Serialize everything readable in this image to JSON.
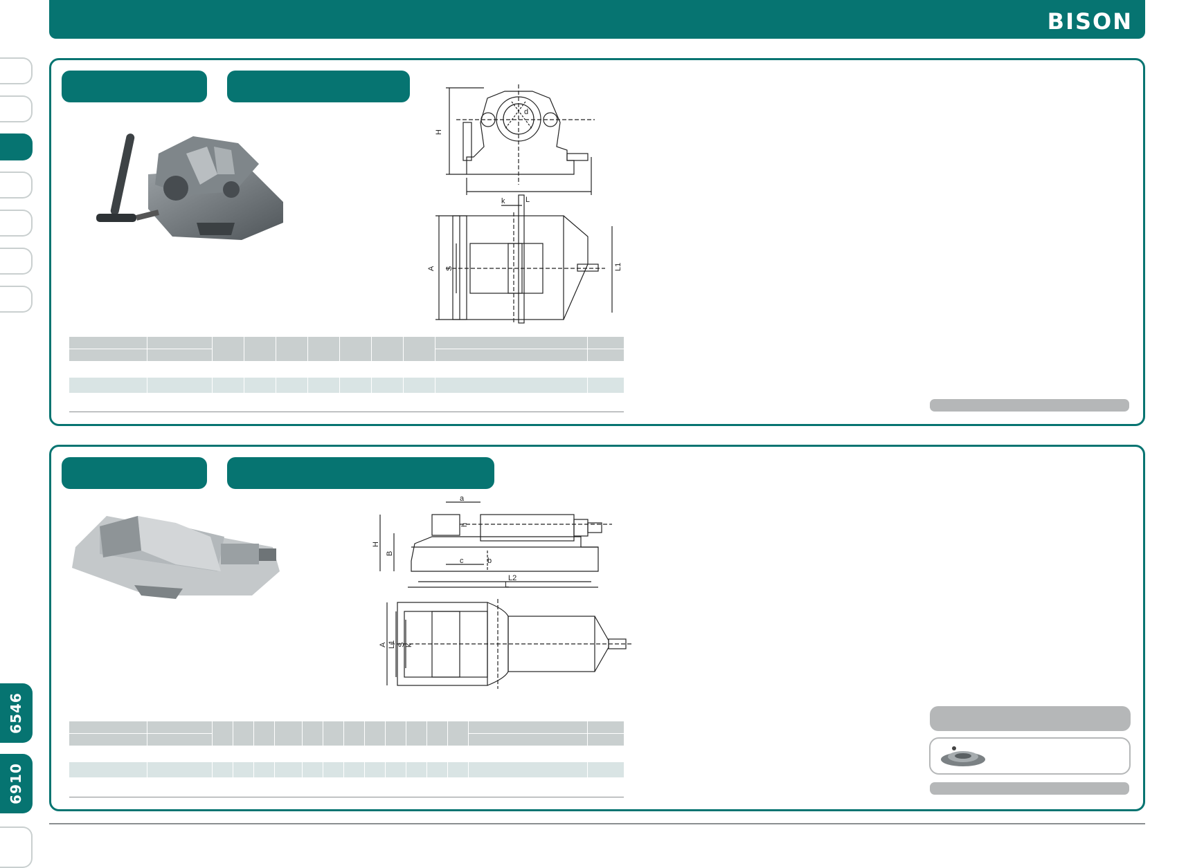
{
  "brand": {
    "name": "BISON"
  },
  "side_tabs": {
    "codes": [
      "6546",
      "6910"
    ]
  },
  "section1": {
    "drawing_labels": {
      "top": [
        "H",
        "L",
        "d"
      ],
      "bottom": [
        "k",
        "A",
        "S",
        "L1"
      ]
    }
  },
  "section2": {
    "drawing_labels": {
      "top": [
        "a",
        "h",
        "H",
        "B",
        "c",
        "b",
        "L2",
        "L"
      ],
      "bottom": [
        "A",
        "L1",
        "S",
        "k"
      ]
    }
  },
  "colors": {
    "brand_teal": "#067471",
    "table_header_grey": "#c9cfcf",
    "table_band": "#d9e4e4",
    "bar_grey": "#b5b7b8"
  }
}
